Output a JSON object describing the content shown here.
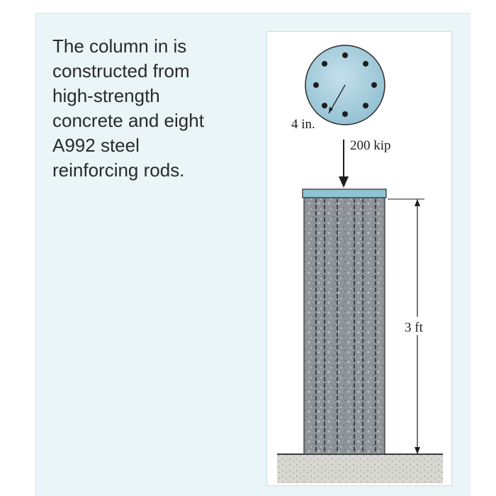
{
  "problem": {
    "lines": [
      "The column in is",
      "constructed from",
      "high-strength",
      "concrete and eight",
      "A992 steel",
      "reinforcing rods."
    ]
  },
  "figure": {
    "radius_label": "4 in.",
    "load_label": "200 kip",
    "height_label": "3 ft"
  },
  "colors": {
    "background": "#e9f5f6",
    "cross_section_fill": "#a9cfdc",
    "cap_fill": "#8fc3d6",
    "column_fill": "#8e9497"
  }
}
